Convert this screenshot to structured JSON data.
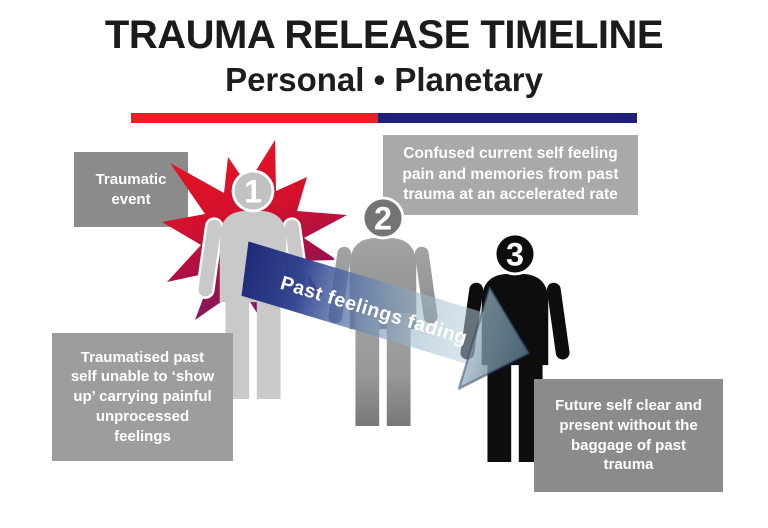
{
  "header": {
    "title": "TRAUMA RELEASE TIMELINE",
    "subtitle": "Personal • Planetary",
    "divider": {
      "left_color": "#ee1c23",
      "right_color": "#1f2079"
    }
  },
  "boxes": {
    "traumatic_event": "Traumatic event",
    "confused_current": "Confused current self feeling pain and memories from past trauma at an accelerated rate",
    "traumatised_past": "Traumatised past self unable to ‘show up’ carrying painful unprocessed feelings",
    "future_self": "Future self clear and present without the baggage of past trauma"
  },
  "figures": [
    {
      "number": "1",
      "role": "traumatised-past-self",
      "color": "#c9c9c9"
    },
    {
      "number": "2",
      "role": "confused-current-self",
      "color": "#9e9e9e"
    },
    {
      "number": "3",
      "role": "clear-future-self",
      "color": "#0d0d0d"
    }
  ],
  "arrow": {
    "label": "Past feelings fading",
    "start_color": "#1f2a78",
    "end_color": "#b9d0dc",
    "head_color": "#4f6e80"
  },
  "starburst_colors": {
    "top": "#ec1420",
    "bottom": "#7c1a68"
  }
}
